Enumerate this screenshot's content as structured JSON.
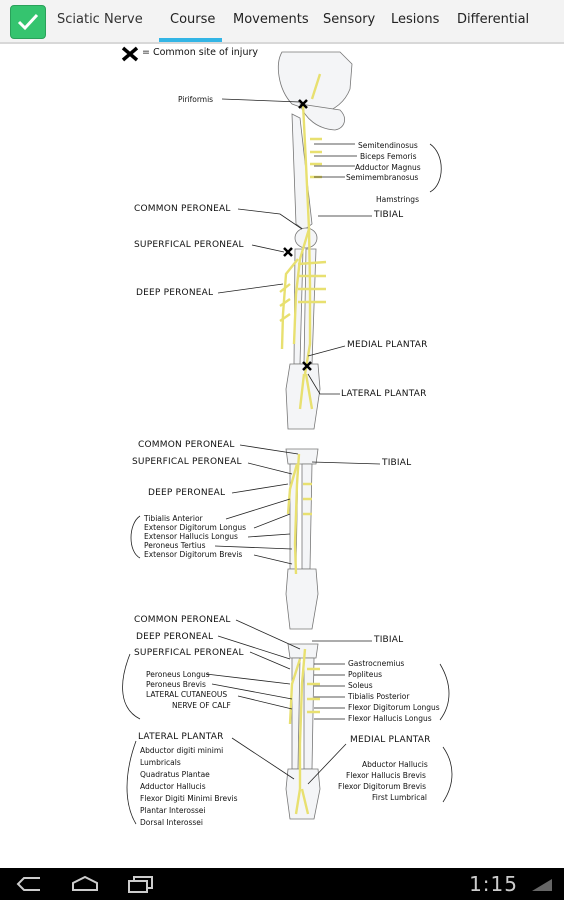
{
  "app": {
    "title": "Sciatic Nerve"
  },
  "tabs": [
    {
      "label": "Course",
      "active": true
    },
    {
      "label": "Movements",
      "active": false
    },
    {
      "label": "Sensory",
      "active": false
    },
    {
      "label": "Lesions",
      "active": false
    },
    {
      "label": "Differential",
      "active": false
    }
  ],
  "legend": {
    "text": "= Common site of injury"
  },
  "diagram1": {
    "piriformis": "Piriformis",
    "semitendinosus": "Semitendinosus",
    "biceps": "Biceps Femoris",
    "adductor": "Adductor Magnus",
    "semimembranosus": "Semimembranosus",
    "hamstrings": "Hamstrings",
    "common_peroneal": "COMMON PERONEAL",
    "tibial": "TIBIAL",
    "superficial_peroneal": "SUPERFICAL PERONEAL",
    "deep_peroneal": "DEEP PERONEAL",
    "medial_plantar": "MEDIAL PLANTAR",
    "lateral_plantar": "LATERAL PLANTAR"
  },
  "diagram2": {
    "common_peroneal": "COMMON PERONEAL",
    "superficial_peroneal": "SUPERFICAL PERONEAL",
    "tibial": "TIBIAL",
    "deep_peroneal": "DEEP PERONEAL",
    "muscles": [
      "Tibialis Anterior",
      "Extensor Digitorum Longus",
      "Extensor Hallucis Longus",
      "Peroneus Tertius",
      "Extensor Digitorum Brevis"
    ]
  },
  "diagram3": {
    "common_peroneal": "COMMON PERONEAL",
    "tibial": "TIBIAL",
    "deep_peroneal": "DEEP PERONEAL",
    "superficial_peroneal": "SUPERFICAL PERONEAL",
    "sp_muscles": [
      "Peroneus Longus",
      "Peroneus Brevis",
      "LATERAL CUTANEOUS",
      "NERVE OF CALF"
    ],
    "tibial_muscles": [
      "Gastrocnemius",
      "Popliteus",
      "Soleus",
      "Tibialis Posterior",
      "Flexor Digitorum Longus",
      "Flexor Hallucis Longus"
    ],
    "lateral_plantar": "LATERAL PLANTAR",
    "lp_muscles": [
      "Abductor digiti minimi",
      "Lumbricals",
      "Quadratus Plantae",
      "Adductor Hallucis",
      "Flexor Digiti Minimi Brevis",
      "Plantar Interossei",
      "Dorsal Interossei"
    ],
    "medial_plantar": "MEDIAL PLANTAR",
    "mp_muscles": [
      "Abductor Hallucis",
      "Flexor Hallucis Brevis",
      "Flexor Digitorum Brevis",
      "First Lumbrical"
    ]
  },
  "status": {
    "time": "1:15"
  },
  "colors": {
    "accent": "#33b5e5",
    "nerve": "#e8e070",
    "app_icon": "#35c46f"
  }
}
